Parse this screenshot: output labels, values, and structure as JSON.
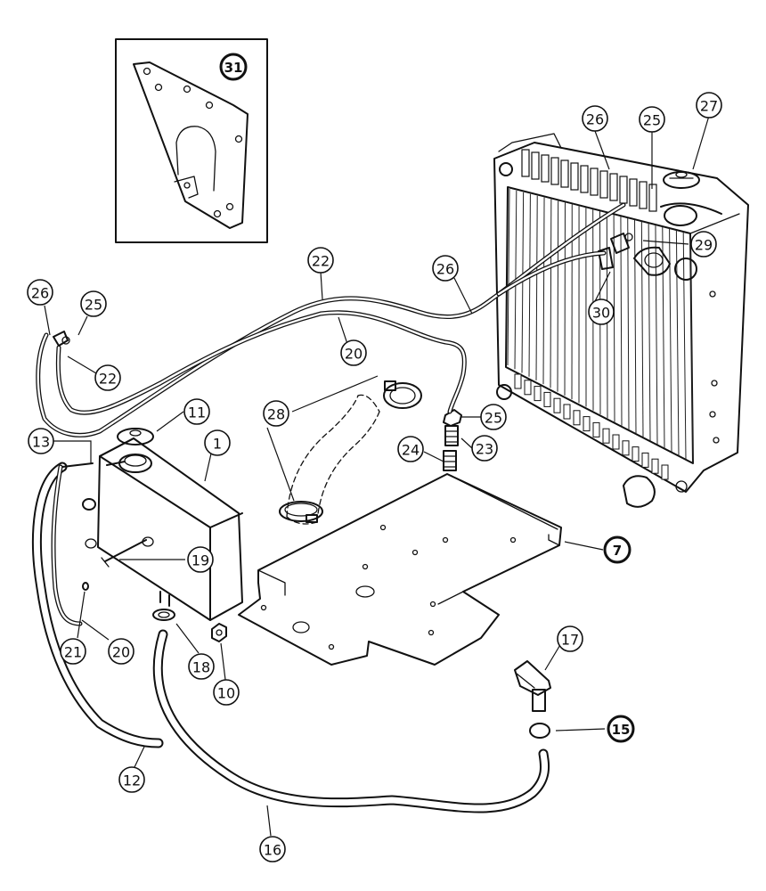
{
  "diagram": {
    "callouts": [
      {
        "id": "c31",
        "label": "31",
        "bold": true
      },
      {
        "id": "c26a",
        "label": "26"
      },
      {
        "id": "c25a",
        "label": "25"
      },
      {
        "id": "c27",
        "label": "27"
      },
      {
        "id": "c29",
        "label": "29"
      },
      {
        "id": "c22a",
        "label": "22"
      },
      {
        "id": "c26b",
        "label": "26"
      },
      {
        "id": "c26c",
        "label": "26"
      },
      {
        "id": "c25b",
        "label": "25"
      },
      {
        "id": "c30",
        "label": "30"
      },
      {
        "id": "c20a",
        "label": "20"
      },
      {
        "id": "c22b",
        "label": "22"
      },
      {
        "id": "c11",
        "label": "11"
      },
      {
        "id": "c28",
        "label": "28"
      },
      {
        "id": "c25c",
        "label": "25"
      },
      {
        "id": "c13",
        "label": "13"
      },
      {
        "id": "c1",
        "label": "1"
      },
      {
        "id": "c24",
        "label": "24"
      },
      {
        "id": "c23",
        "label": "23"
      },
      {
        "id": "c7",
        "label": "7",
        "bold": true
      },
      {
        "id": "c19",
        "label": "19"
      },
      {
        "id": "c21",
        "label": "21"
      },
      {
        "id": "c20b",
        "label": "20"
      },
      {
        "id": "c18",
        "label": "18"
      },
      {
        "id": "c10",
        "label": "10"
      },
      {
        "id": "c17",
        "label": "17"
      },
      {
        "id": "c15",
        "label": "15",
        "bold": true
      },
      {
        "id": "c12",
        "label": "12"
      },
      {
        "id": "c16",
        "label": "16"
      }
    ]
  }
}
